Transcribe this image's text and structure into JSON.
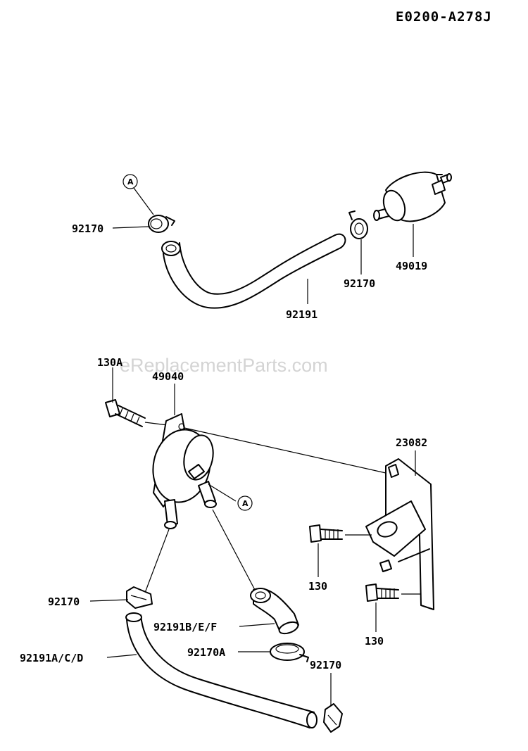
{
  "diagram_code": "E0200-A278J",
  "watermark": "eReplacementParts.com",
  "ref_marker": "A",
  "parts": {
    "clamp_top_left": "92170",
    "clamp_top_mid": "92170",
    "fuel_filter": "49019",
    "hose_top": "92191",
    "bolt_130a": "130A",
    "fuel_pump": "49040",
    "bracket": "23082",
    "bolt_130_upper": "130",
    "bolt_130_lower": "130",
    "clamp_mid_left": "92170",
    "hose_bef": "92191B/E/F",
    "clamp_92170a": "92170A",
    "hose_acd": "92191A/C/D",
    "clamp_bottom": "92170"
  }
}
